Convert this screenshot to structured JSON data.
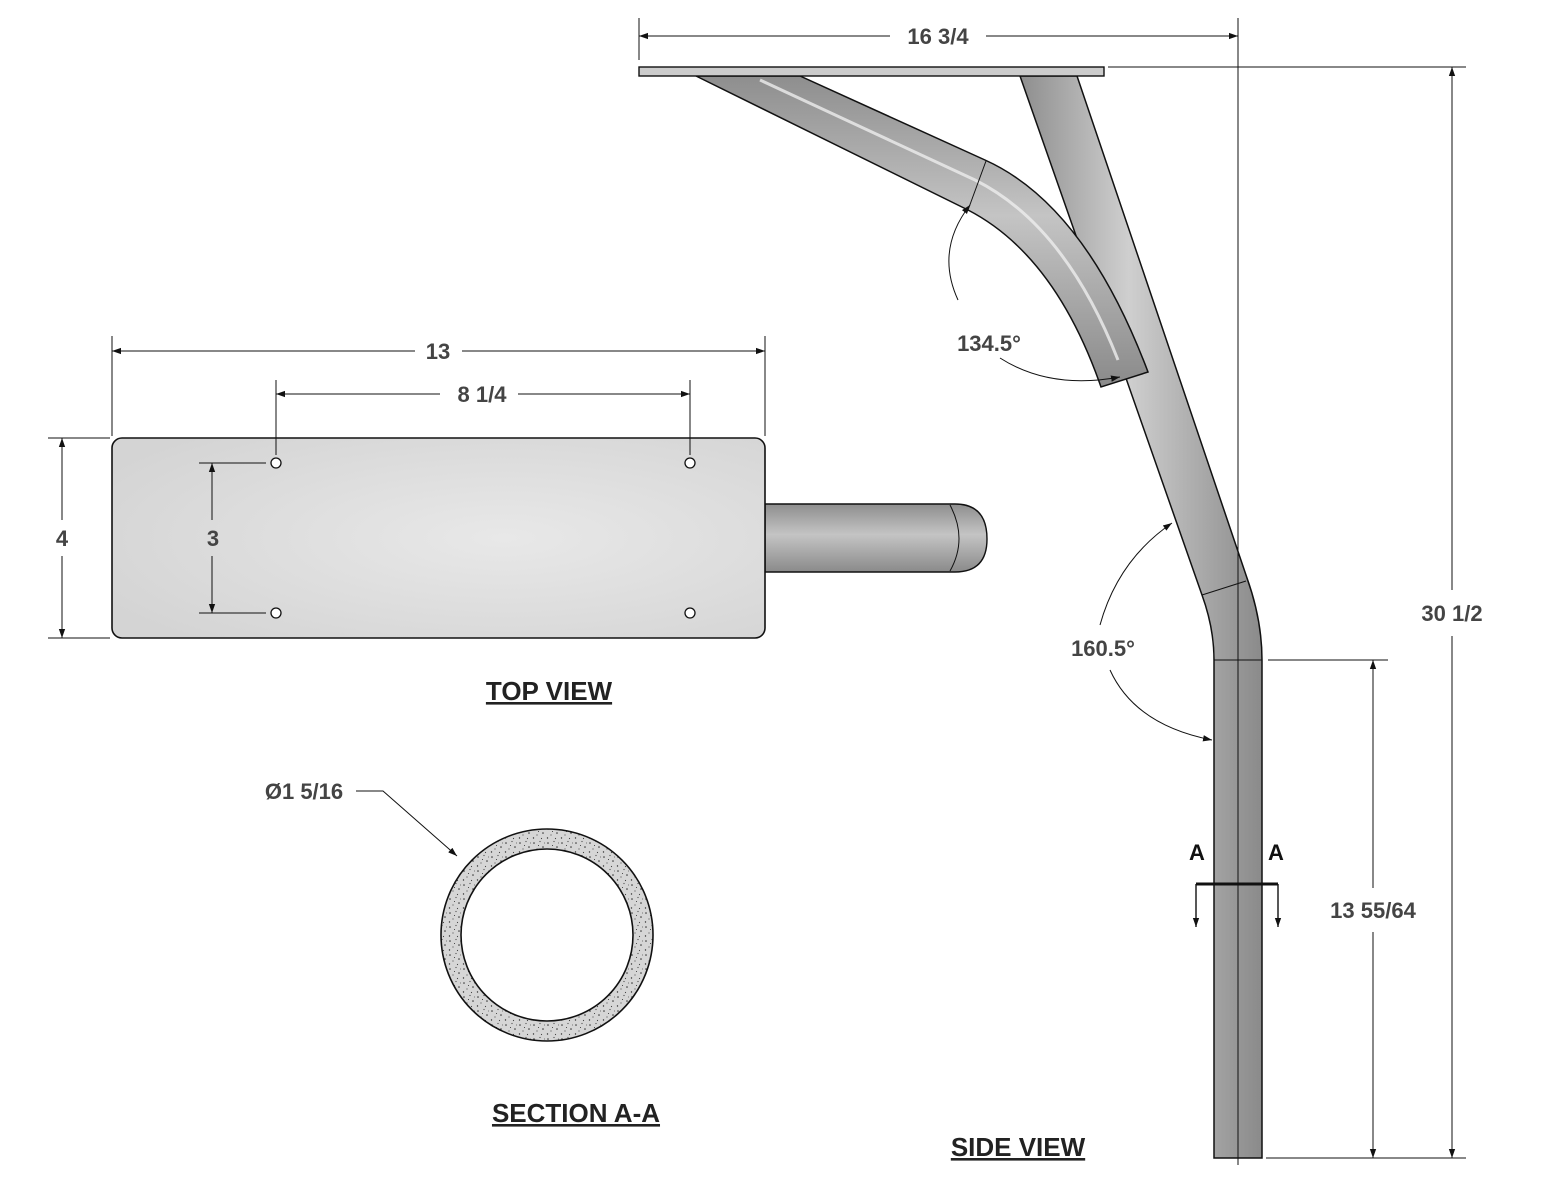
{
  "top_view": {
    "title": "TOP VIEW",
    "overall_length": "13",
    "hole_spacing_x": "8 1/4",
    "width": "4",
    "hole_spacing_y": "3"
  },
  "section": {
    "title": "SECTION A-A",
    "diameter": "Ø1 5/16"
  },
  "side_view": {
    "title": "SIDE VIEW",
    "overall_width": "16 3/4",
    "overall_height": "30 1/2",
    "lower_length": "13 55/64",
    "upper_angle": "134.5°",
    "lower_angle": "160.5°",
    "section_marker": "A"
  },
  "colors": {
    "plate_fill": "#dcdcdc",
    "tube_fill": "#b4b4b4",
    "section_fill": "#d0d0d0",
    "line": "#111111",
    "text": "#444444"
  }
}
